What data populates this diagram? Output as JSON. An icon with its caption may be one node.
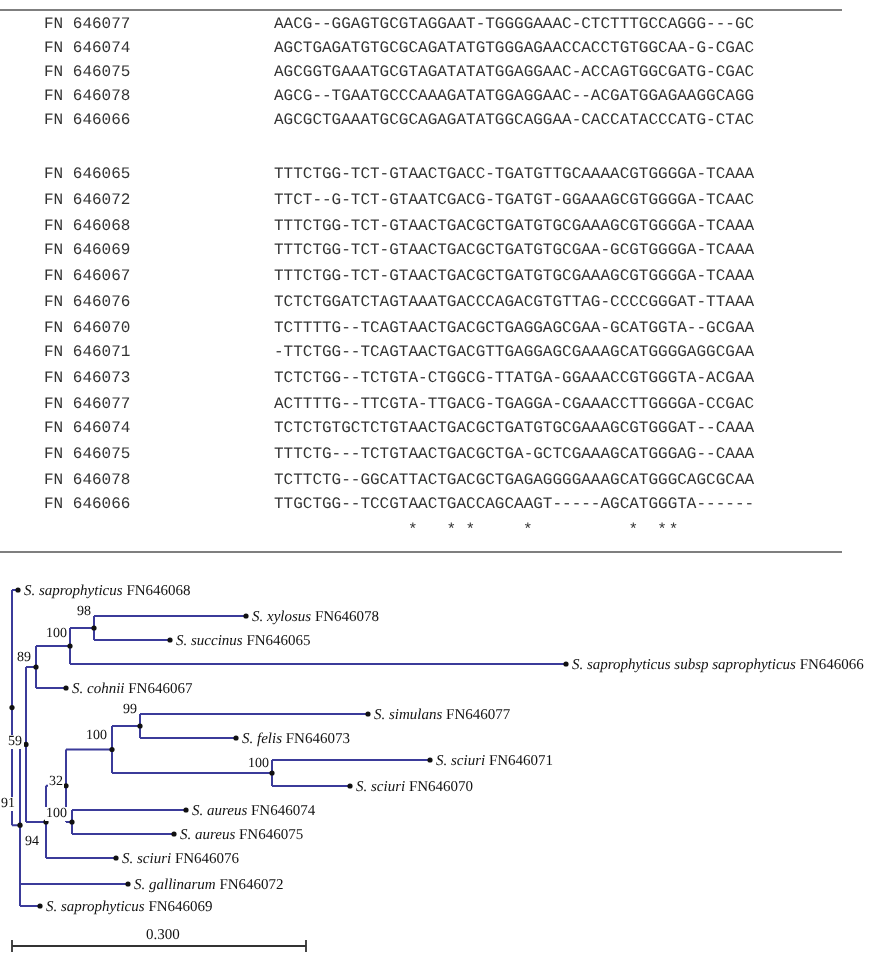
{
  "diagram": {
    "labels": [
      "FN 646077",
      "AACG--GGAGTGCGTAGGAAT-TGGGGAAAC-CTCTTTGCCAGGG---GC",
      "FN 646074",
      "AGCTGAGATGTGCGCAGATATGTGGGAGAACCACCTGTGGCAA-G-CGAC",
      "FN 646075",
      "AGCGGTGAAATGCGTAGATATATGGAGGAAC-ACCAGTGGCGATG-CGAC",
      "FN 646078",
      "AGCG--TGAATGCCCAAAGATATGGAGGAAC--ACGATGGAGAAGGCAGG",
      "FN 646066",
      "AGCGCTGAAATGCGCAGAGATATGGCAGGAA-CACCATACCCATG-CTAC",
      "FN 646065",
      "TTTCTGG-TCT-GTAACTGACC-TGATGTTGCAAAACGTGGGGA-TCAAA",
      "FN 646072",
      "TTCT--G-TCT-GTAATCGACG-TGATGT-GGAAAGCGTGGGGA-TCAAC",
      "FN 646068",
      "TTTCTGG-TCT-GTAACTGACGCTGATGTGCGAAAGCGTGGGGA-TCAAA",
      "FN 646069",
      "TTTCTGG-TCT-GTAACTGACGCTGATGTGCGAA-GCGTGGGGA-TCAAA",
      "FN 646067",
      "TTTCTGG-TCT-GTAACTGACGCTGATGTGCGAAAGCGTGGGGA-TCAAA",
      "FN 646076",
      "TCTCTGGATCTAGTAAATGACCCAGACGTGTTAG-CCCCGGGAT-TTAAA",
      "FN 646070",
      "TCTTTTG--TCAGTAACTGACGCTGAGGAGCGAA-GCATGGTA--GCGAA",
      "FN 646071",
      "-TTCTGG--TCAGTAACTGACGTTGAGGAGCGAAAGCATGGGGAGGCGAA",
      "FN 646073",
      "TCTCTGG--TCTGTA-CTGGCG-TTATGA-GGAAACCGTGGGTA-ACGAA",
      "FN 646077",
      "ACTTTTG--TTCGTA-TTGACG-TGAGGA-CGAAACCTTGGGGA-CCGAC",
      "FN 646074",
      "TCTCTGTGCTCTGTAACTGACGCTGATGTGCGAAAGCGTGGGAT--CAAA",
      "FN 646075",
      "TTTCTG---TCTGTAACTGACGCTGA-GCTCGAAAGCATGGGAG--CAAA",
      "FN 646078",
      "TCTTCTG--GGCATTACTGACGCTGAGAGGGGAAAGCATGGGCAGCGCAA",
      "FN 646066",
      "TTGCTGG--TCCGTAACTGACCAGCAAGT-----AGCATGGGTA------",
      "*",
      "*",
      "*",
      "*",
      "*",
      "*",
      "*",
      "*S. saprophyticus* FN646068",
      "*S. xylosus* FN646078",
      "*S. succinus* FN646065",
      "*S. saprophyticus subsp saprophyticus* FN646066",
      "*S. cohnii* FN646067",
      "*S. simulans* FN646077",
      "*S. felis* FN646073",
      "*S. sciuri* FN646071",
      "*S. sciuri* FN646070",
      "*S. aureus* FN646074",
      "*S. aureus* FN646075",
      "*S. sciuri* FN646076",
      "*S. gallinarum* FN646072",
      "*S. saprophyticus* FN646069",
      "98",
      "100",
      "89",
      "99",
      "59",
      "100",
      "100",
      "32",
      "91",
      "100",
      "94",
      "0.300"
    ]
  }
}
